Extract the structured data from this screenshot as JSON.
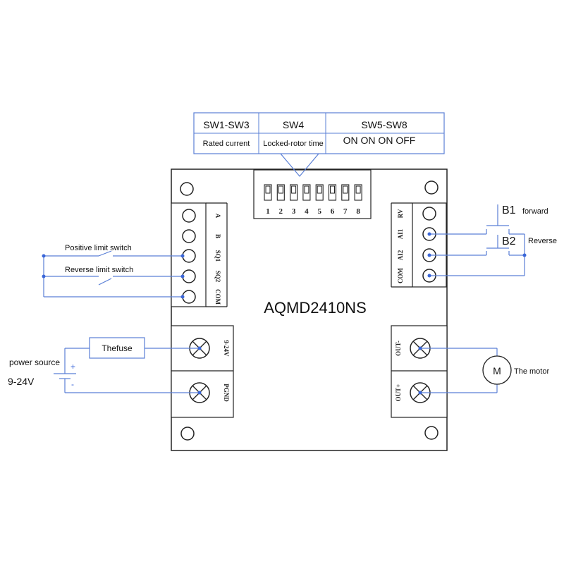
{
  "board": {
    "model": "AQMD2410NS",
    "dip_numbers": [
      "1",
      "2",
      "3",
      "4",
      "5",
      "6",
      "7",
      "8"
    ]
  },
  "switch_table": {
    "headers": [
      "SW1-SW3",
      "SW4",
      "SW5-SW8"
    ],
    "values": [
      "Rated current",
      "Locked-rotor time",
      "ON ON ON OFF"
    ]
  },
  "left_terminal": {
    "labels": [
      "A",
      "B",
      "SQ1",
      "SQ2",
      "COM"
    ]
  },
  "right_terminal": {
    "labels": [
      "RV",
      "AI1",
      "AI2",
      "COM"
    ]
  },
  "power_terminal": {
    "labels": [
      "9-24V",
      "PGND"
    ]
  },
  "motor_terminal": {
    "labels": [
      "OUT-",
      "OUT+"
    ]
  },
  "annotations": {
    "positive_limit": "Positive limit switch",
    "reverse_limit": "Reverse limit switch",
    "fuse": "Thefuse",
    "power_source": "power source",
    "voltage": "9-24V",
    "plus": "+",
    "minus": "-",
    "b1": "B1",
    "b1_desc": "forward",
    "b2": "B2",
    "b2_desc": "Reverse",
    "motor_symbol": "M",
    "motor_desc": "The motor"
  },
  "colors": {
    "wire": "#5a7fd6",
    "dot": "#3a66d8",
    "board": "#222222"
  }
}
